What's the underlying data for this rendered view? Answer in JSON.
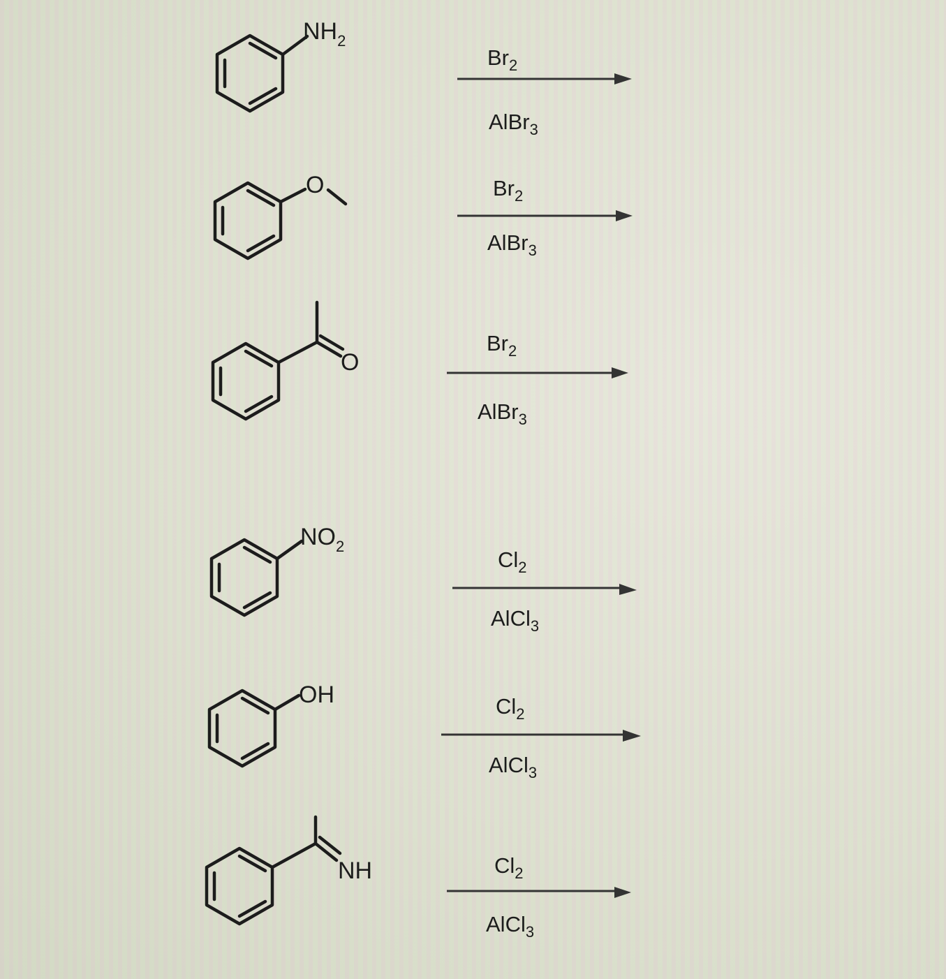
{
  "reactions": [
    {
      "substituent": {
        "label": "NH",
        "subscript": "2"
      },
      "reagent_above": {
        "label": "Br",
        "subscript": "2"
      },
      "reagent_below": {
        "label": "AlBr",
        "subscript": "3"
      }
    },
    {
      "substituent": {
        "label": "O",
        "subscript": ""
      },
      "reagent_above": {
        "label": "Br",
        "subscript": "2"
      },
      "reagent_below": {
        "label": "AlBr",
        "subscript": "3"
      }
    },
    {
      "substituent": {
        "label": "O",
        "subscript": ""
      },
      "reagent_above": {
        "label": "Br",
        "subscript": "2"
      },
      "reagent_below": {
        "label": "AlBr",
        "subscript": "3"
      }
    },
    {
      "substituent": {
        "label": "NO",
        "subscript": "2"
      },
      "reagent_above": {
        "label": "Cl",
        "subscript": "2"
      },
      "reagent_below": {
        "label": "AlCl",
        "subscript": "3"
      }
    },
    {
      "substituent": {
        "label": "OH",
        "subscript": ""
      },
      "reagent_above": {
        "label": "Cl",
        "subscript": "2"
      },
      "reagent_below": {
        "label": "AlCl",
        "subscript": "3"
      }
    },
    {
      "substituent": {
        "label": "NH",
        "subscript": ""
      },
      "reagent_above": {
        "label": "Cl",
        "subscript": "2"
      },
      "reagent_below": {
        "label": "AlCl",
        "subscript": "3"
      }
    }
  ]
}
